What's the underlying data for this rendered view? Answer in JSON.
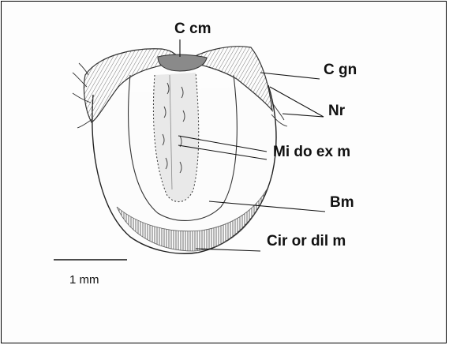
{
  "labels": {
    "c_cm": "C cm",
    "c_gn": "C gn",
    "nr": "Nr",
    "mi_do_ex_m": "Mi do ex m",
    "bm": "Bm",
    "cir_or_dil_m": "Cir or dil m"
  },
  "scale_bar": {
    "text": "1 mm"
  },
  "colors": {
    "ink": "#111111",
    "shade": "#9a9a9a",
    "light_shade": "#cfcfcf"
  }
}
